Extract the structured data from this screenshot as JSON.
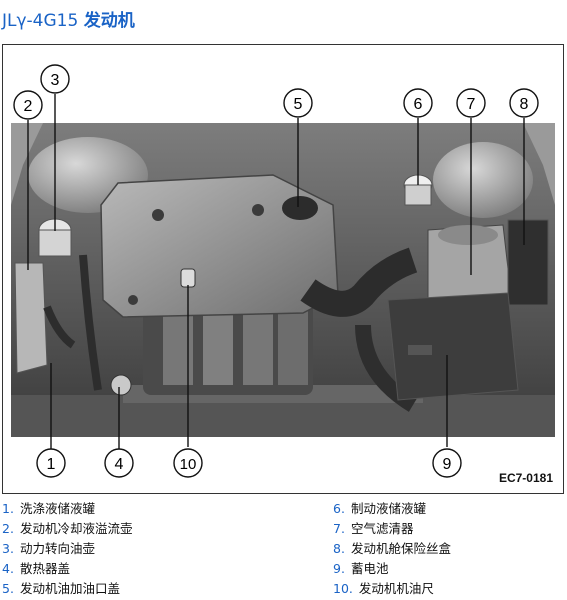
{
  "header": {
    "model": "JLγ-4G15",
    "engine": "发动机"
  },
  "figure": {
    "code": "EC7-0181",
    "callouts": [
      "1",
      "2",
      "3",
      "4",
      "5",
      "6",
      "7",
      "8",
      "9",
      "10"
    ]
  },
  "legend": {
    "items": [
      {
        "num": "1.",
        "label": "洗涤液储液罐"
      },
      {
        "num": "2.",
        "label": "发动机冷却液溢流壶"
      },
      {
        "num": "3.",
        "label": "动力转向油壶"
      },
      {
        "num": "4.",
        "label": "散热器盖"
      },
      {
        "num": "5.",
        "label": "发动机油加油口盖"
      },
      {
        "num": "6.",
        "label": "制动液储液罐"
      },
      {
        "num": "7.",
        "label": "空气滤清器"
      },
      {
        "num": "8.",
        "label": "发动机舱保险丝盒"
      },
      {
        "num": "9.",
        "label": "蓄电池"
      },
      {
        "num": "10.",
        "label": "发动机机油尺"
      }
    ]
  },
  "colors": {
    "accent": "#1a63c6"
  }
}
